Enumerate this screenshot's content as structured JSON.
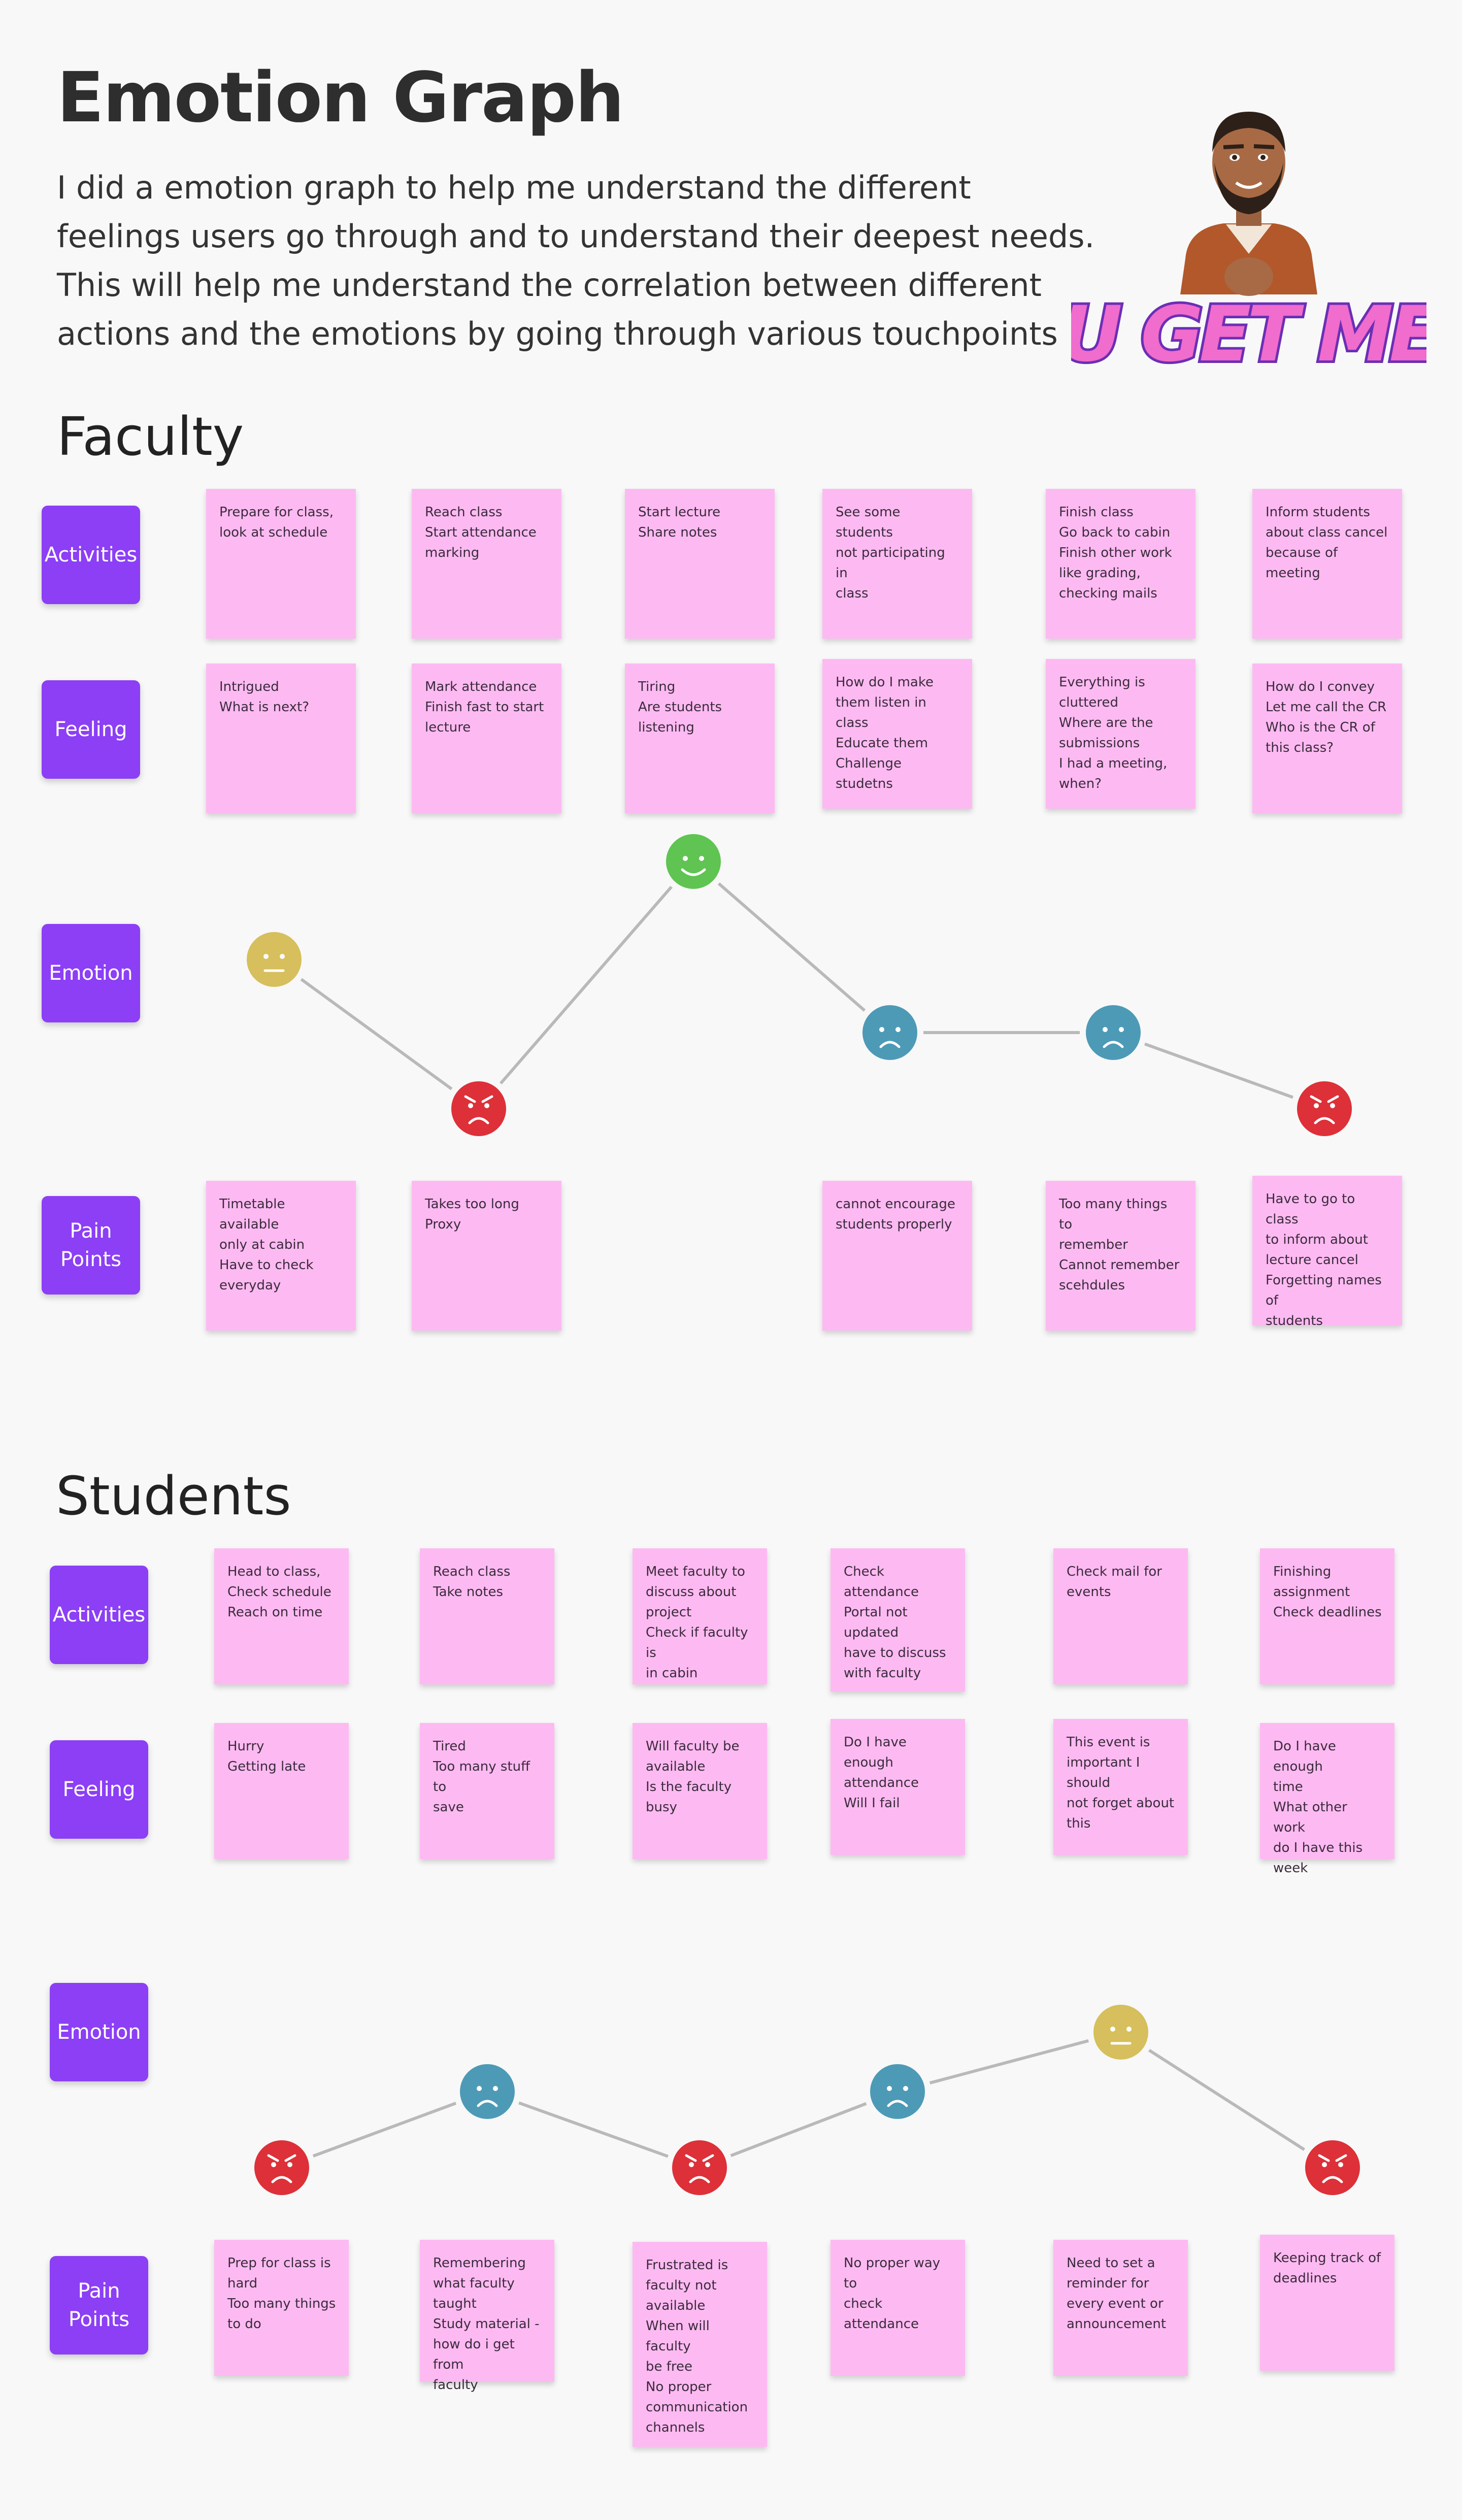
{
  "header": {
    "title": "Emotion Graph",
    "intro": "I did a emotion graph to help me understand the different feelings users go through and to understand their deepest needs. This will help me understand the correlation between different actions and the emotions by going through various touchpoints",
    "logo_text": "U GET ME"
  },
  "colors": {
    "label_bg": "#8c3ff5",
    "sticky": "#fdbaf2",
    "happy": "#5fc451",
    "neutral": "#d6bf5c",
    "sad": "#4d9ab6",
    "angry": "#dd3038",
    "connector": "#b9b9b9"
  },
  "faculty": {
    "title": "Faculty",
    "labels": {
      "activities": "Activities",
      "feeling": "Feeling",
      "emotion": "Emotion",
      "pain_points": "Pain\nPoints"
    },
    "activities": [
      "Prepare for class,\nlook at schedule",
      "Reach class\nStart attendance\nmarking",
      "Start lecture\nShare notes",
      "See some students\nnot participating in\nclass",
      "Finish class\nGo back to cabin\nFinish other work\nlike grading,\nchecking mails",
      "Inform students\nabout class cancel\nbecause of meeting"
    ],
    "feelings": [
      "Intrigued\nWhat is next?",
      "Mark attendance\nFinish fast to start\nlecture",
      "Tiring\nAre students\nlistening",
      "How do I make\nthem listen in class\nEducate them\nChallenge studetns",
      "Everything is\ncluttered\nWhere are the\nsubmissions\nI had a meeting,\nwhen?",
      "How do I convey\nLet me call the CR\nWho is the CR of\nthis class?"
    ],
    "emotions": [
      "neutral",
      "angry",
      "happy",
      "sad",
      "sad",
      "angry"
    ],
    "pain_points": [
      "Timetable available\nonly at cabin\nHave to check\neveryday",
      "Takes too long\nProxy",
      "",
      "cannot encourage\nstudents properly",
      "Too many things to\nremember\nCannot remember\nscehdules",
      "Have to go to class\nto inform about\nlecture cancel\nForgetting names of\nstudents"
    ]
  },
  "students": {
    "title": "Students",
    "labels": {
      "activities": "Activities",
      "feeling": "Feeling",
      "emotion": "Emotion",
      "pain_points": "Pain\nPoints"
    },
    "activities": [
      "Head to class,\nCheck schedule\nReach on time",
      "Reach class\nTake notes",
      "Meet faculty to\ndiscuss about\nproject\nCheck if faculty is\nin cabin",
      "Check\nattendance\nPortal not\nupdated\nhave to discuss\nwith faculty",
      "Check mail for\nevents",
      "Finishing\nassignment\nCheck deadlines"
    ],
    "feelings": [
      "Hurry\nGetting late",
      "Tired\nToo many stuff to\nsave",
      "Will faculty be\navailable\nIs the faculty\nbusy",
      "Do I have enough\nattendance\nWill I fail",
      "This event is\nimportant I should\nnot forget about\nthis",
      "Do I have enough\ntime\nWhat other work\ndo I have this\nweek"
    ],
    "emotions": [
      "angry",
      "sad",
      "angry",
      "sad",
      "neutral",
      "angry"
    ],
    "pain_points": [
      "Prep for class is\nhard\nToo many things\nto do",
      "Remembering\nwhat faculty\ntaught\nStudy material -\nhow do i get from\nfaculty",
      "Frustrated is\nfaculty not\navailable\nWhen will faculty\nbe free\nNo proper\ncommunication\nchannels",
      "No proper way to\ncheck attendance",
      "Need to set a\nreminder for\nevery event or\nannouncement",
      "Keeping track of\ndeadlines"
    ]
  }
}
